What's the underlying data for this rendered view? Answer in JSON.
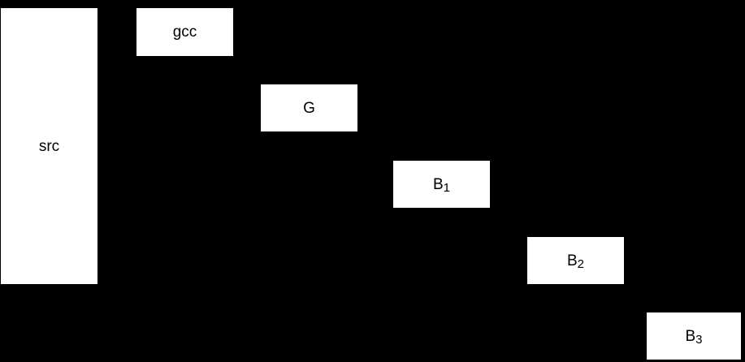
{
  "diagram": {
    "description": "Compiler bootstrap cascade diagram: source plus gcc producing successive compiler generations",
    "colors": {
      "background": "#000000",
      "box_fill": "#ffffff",
      "box_text": "#000000"
    },
    "boxes": [
      {
        "id": "src",
        "label": "src",
        "subscript": ""
      },
      {
        "id": "gcc",
        "label": "gcc",
        "subscript": ""
      },
      {
        "id": "g",
        "label": "G",
        "subscript": ""
      },
      {
        "id": "b1",
        "label": "B",
        "subscript": "1"
      },
      {
        "id": "b2",
        "label": "B",
        "subscript": "2"
      },
      {
        "id": "b3",
        "label": "B",
        "subscript": "3"
      }
    ]
  }
}
